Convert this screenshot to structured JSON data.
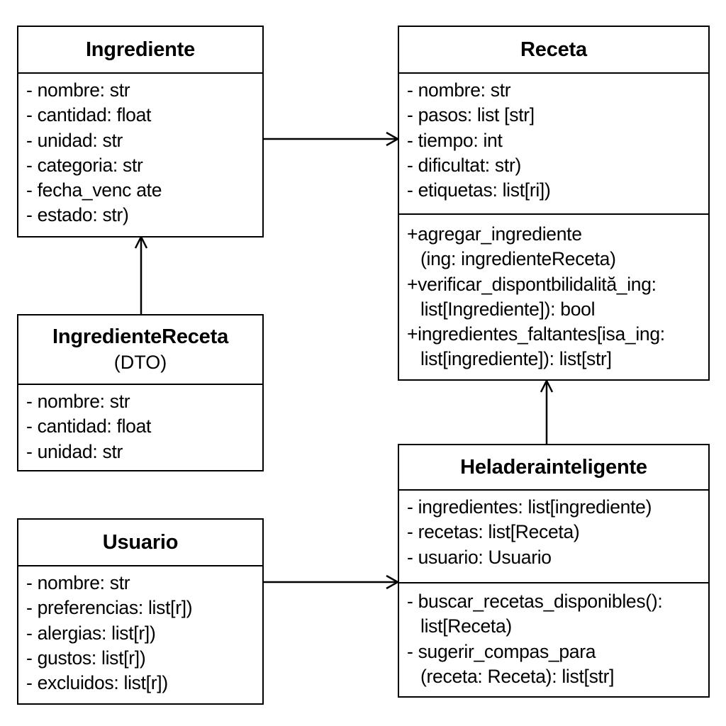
{
  "classes": {
    "ingrediente": {
      "name": "Ingrediente",
      "attributes": [
        "- nombre: str",
        "- cantidad: float",
        "- unidad: str",
        "- categoria: str",
        "- fecha_venc ate",
        "- estado: str)"
      ]
    },
    "receta": {
      "name": "Receta",
      "attributes": [
        "- nombre: str",
        "- pasos: list [str]",
        "- tiempo: int",
        "- dificultat: str)",
        "- etiquetas: list[ri])"
      ],
      "methods": [
        "+agregar_ingrediente",
        "(ing: ingredienteReceta)",
        "+verificar_dispontbilidalită_ing:",
        "list[Ingrediente]): bool",
        "+ingredientes_faltantes[isa_ing:",
        "list[ingrediente]): list[str]"
      ]
    },
    "ingrediente_receta": {
      "name": "IngredienteReceta",
      "stereotype": "(DTO)",
      "attributes": [
        "- nombre: str",
        "- cantidad: float",
        "- unidad: str"
      ]
    },
    "heladera": {
      "name": "Heladerainteligente",
      "attributes": [
        "- ingredientes: list[ingrediente)",
        "- recetas: list[Receta)",
        "- usuario: Usuario"
      ],
      "methods": [
        "- buscar_recetas_disponibles():",
        "list[Receta)",
        "- sugerir_compas_para",
        "(receta: Receta): list[str]"
      ]
    },
    "usuario": {
      "name": "Usuario",
      "attributes": [
        "- nombre: str",
        "- preferencias: list[r])",
        "- alergias: list[r])",
        "- gustos: list[r])",
        "- excluidos: list[r])"
      ]
    }
  }
}
